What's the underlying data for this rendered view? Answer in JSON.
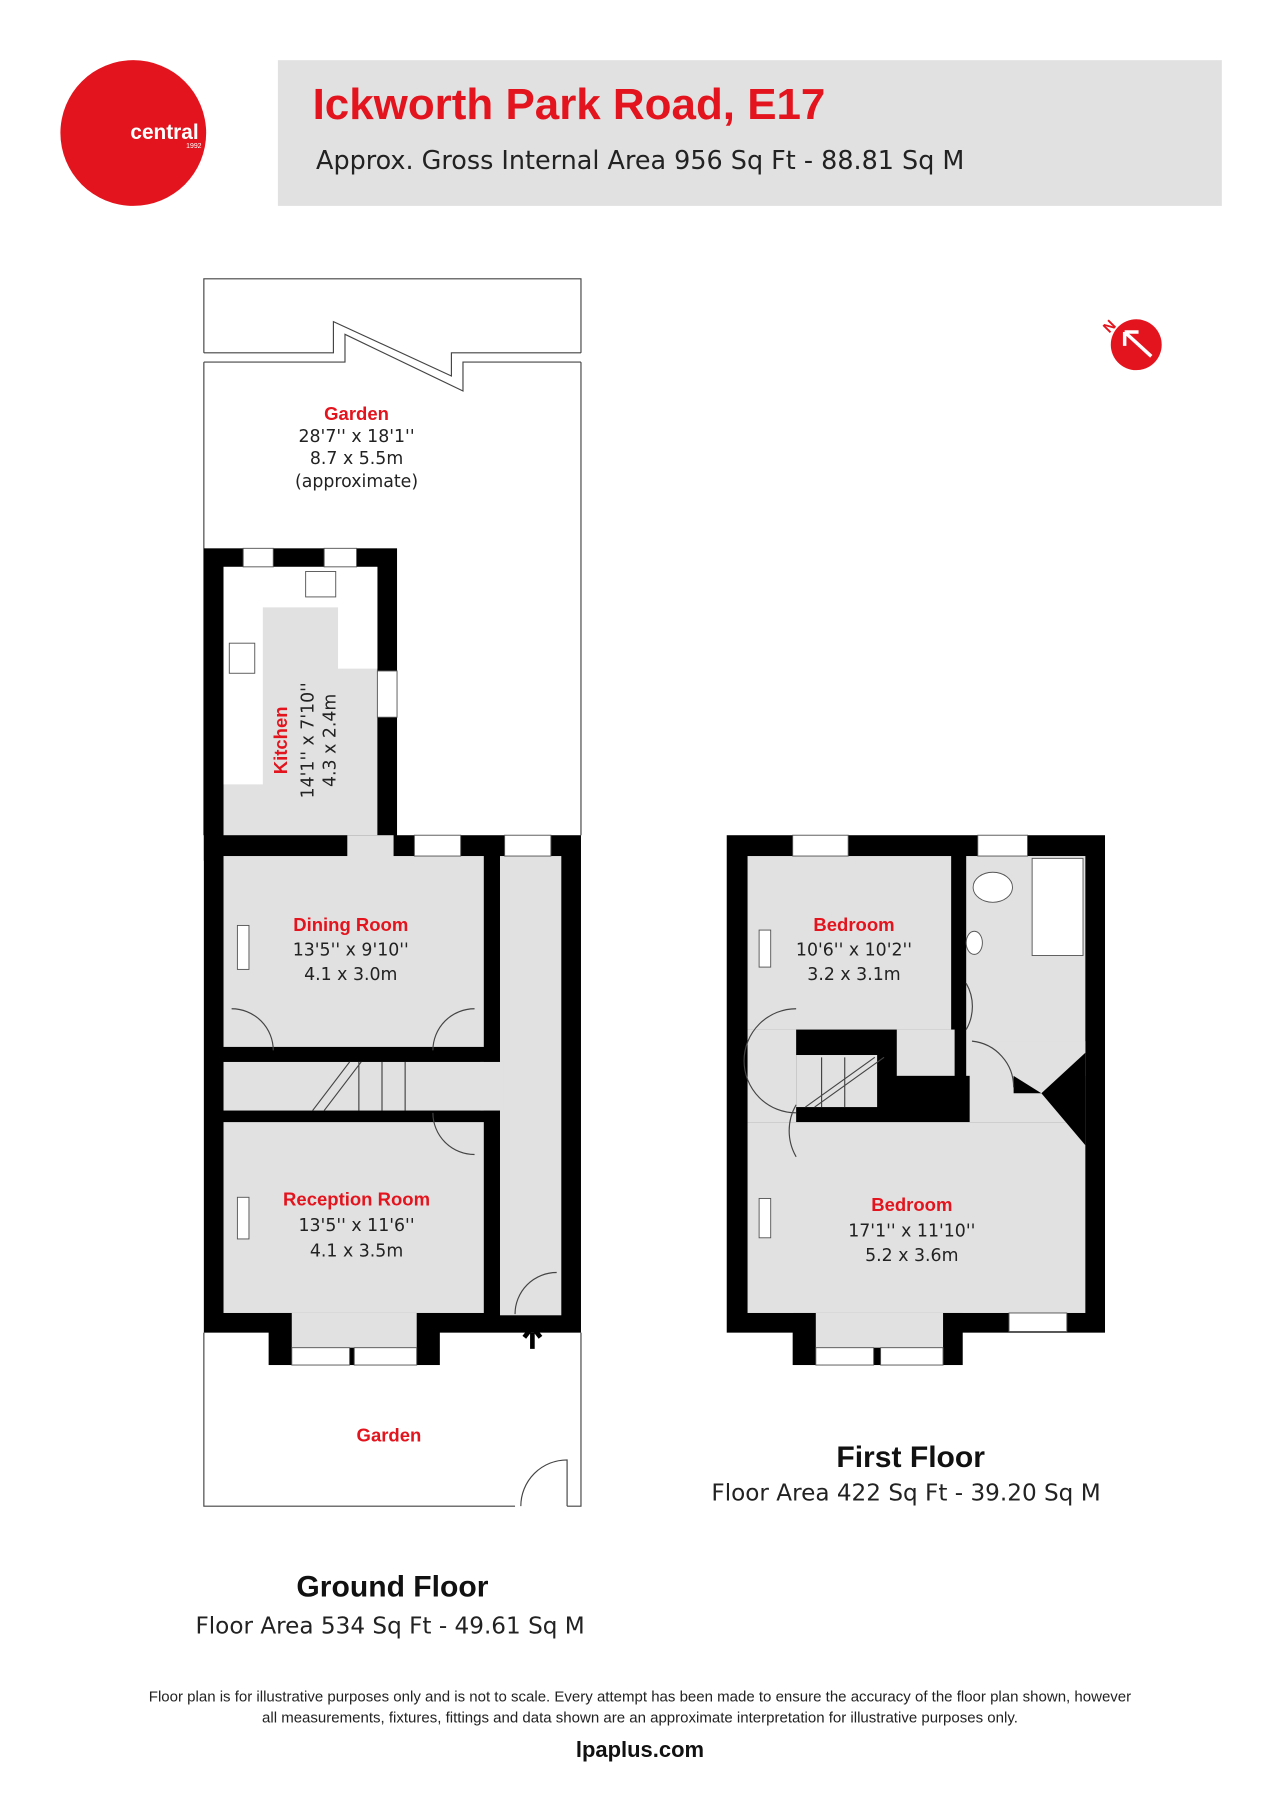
{
  "brand": {
    "name": "central",
    "year": "1992",
    "color": "#e3141d"
  },
  "header": {
    "title": "Ickworth Park Road, E17",
    "subtitle": "Approx. Gross Internal Area 956 Sq Ft - 88.81 Sq M"
  },
  "compass": {
    "label": "N",
    "icon": "north-arrow-icon"
  },
  "ground_floor": {
    "title": "Ground Floor",
    "area": "Floor Area 534 Sq Ft - 49.61 Sq M",
    "rooms": [
      {
        "name": "Garden",
        "imperial": "28'7'' x 18'1''",
        "metric": "8.7 x 5.5m",
        "note": "(approximate)"
      },
      {
        "name": "Kitchen",
        "imperial": "14'1'' x 7'10''",
        "metric": "4.3 x 2.4m"
      },
      {
        "name": "Dining Room",
        "imperial": "13'5'' x 9'10''",
        "metric": "4.1 x 3.0m"
      },
      {
        "name": "Reception Room",
        "imperial": "13'5'' x 11'6''",
        "metric": "4.1 x 3.5m"
      },
      {
        "name": "Garden"
      }
    ]
  },
  "first_floor": {
    "title": "First Floor",
    "area": "Floor Area 422 Sq Ft - 39.20 Sq M",
    "rooms": [
      {
        "name": "Bedroom",
        "imperial": "10'6'' x 10'2''",
        "metric": "3.2 x 3.1m"
      },
      {
        "name": "Bedroom",
        "imperial": "17'1'' x 11'10''",
        "metric": "5.2 x 3.6m"
      }
    ]
  },
  "footer": {
    "disclaimer_line1": "Floor plan is for illustrative purposes only and is not to scale. Every attempt has been made to ensure the accuracy of the floor plan shown, however",
    "disclaimer_line2": "all measurements, fixtures, fittings and data shown are an approximate interpretation for illustrative purposes only.",
    "website": "lpaplus.com"
  }
}
